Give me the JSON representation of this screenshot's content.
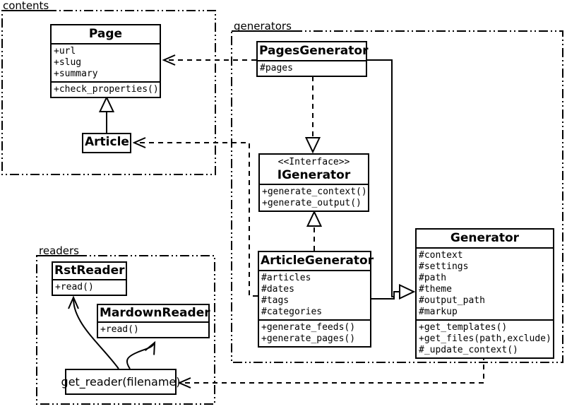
{
  "packages": {
    "contents": {
      "label": "contents"
    },
    "generators": {
      "label": "generators"
    },
    "readers": {
      "label": "readers"
    }
  },
  "classes": {
    "page": {
      "title": "Page",
      "attributes": [
        "+url",
        "+slug",
        "+summary"
      ],
      "methods": [
        "+check_properties()"
      ]
    },
    "article": {
      "title": "Article"
    },
    "pagesGenerator": {
      "title": "PagesGenerator",
      "attributes": [
        "#pages"
      ]
    },
    "igenerator": {
      "stereotype": "<<Interface>>",
      "title": "IGenerator",
      "methods": [
        "+generate_context()",
        "+generate_output()"
      ]
    },
    "articleGenerator": {
      "title": "ArticleGenerator",
      "attributes": [
        "#articles",
        "#dates",
        "#tags",
        "#categories"
      ],
      "methods": [
        "+generate_feeds()",
        "+generate_pages()"
      ]
    },
    "generator": {
      "title": "Generator",
      "attributes": [
        "#context",
        "#settings",
        "#path",
        "#theme",
        "#output_path",
        "#markup"
      ],
      "methods": [
        "+get_templates()",
        "+get_files(path,exclude)",
        "#_update_context()"
      ]
    },
    "rstReader": {
      "title": "RstReader",
      "methods": [
        "+read()"
      ]
    },
    "mardownReader": {
      "title": "MardownReader",
      "methods": [
        "+read()"
      ]
    }
  },
  "nodes": {
    "getReader": {
      "label": "get_reader(filename)"
    }
  },
  "colors": {
    "stroke": "#000000",
    "background": "#ffffff"
  }
}
